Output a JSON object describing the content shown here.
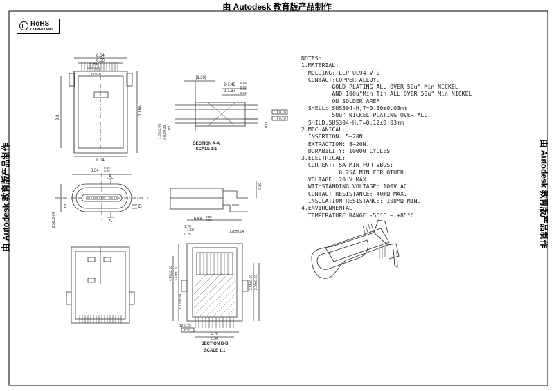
{
  "banner": {
    "top": "由 Autodesk 教育版产品制作",
    "left": "由 Autodesk 教育版产品制作",
    "right": "由 Autodesk 教育版产品制作"
  },
  "logo": {
    "rohs": "RoHS",
    "compliant": "COMPLIANT"
  },
  "top_view": {
    "dim_8_64": "8.64",
    "dim_6_50": "6.50",
    "dim_2_75": "2.75",
    "dim_0_50": "0.50",
    "dim_pitch": "PITCH",
    "dim_9_3": "9.3",
    "dim_10_66": "10.66",
    "dim_8_04": "8.04"
  },
  "section_a": {
    "dim_6_20": "[6.20]",
    "dim_tol1": "2-1.42",
    "dim_tol1_up": "0.05",
    "dim_tol1_dn": "0.10",
    "dim_tol2": "2-1.37",
    "dim_tol2_up": "0.05",
    "dim_tol2_dn": "0.10",
    "dim_1_30": "1.30±0.05",
    "dim_0_70": "0.70±0.05",
    "dim_0_60": "0.60",
    "dim_0_60b": "0.60",
    "flat1": "0.10",
    "flat2": "0.10",
    "title": "SECTION A-A",
    "scale": "SCALE 1:1"
  },
  "front_view": {
    "dim_8_34": "8.34",
    "dim_8_34_up": "0.05",
    "dim_8_34_dn": "0.05",
    "dim_2_56": "2.56±0.04",
    "label_a": "A",
    "label_a2": "A",
    "label_b": "B",
    "label_b2": "B"
  },
  "side_view": {
    "dim_0_80": "0.80"
  },
  "section_b": {
    "dim_6_68": "6.68",
    "dim_6_68_up": "0.05",
    "dim_6_68_dn": "0.05",
    "dim_0_28": "0.28±0.04",
    "dim_1_75": "1.75",
    "dim_0_25": "0.25",
    "dim_1_50": "1.50",
    "dim_4_45": "4.45±0.10",
    "dim_3_70": "3.70±0.10",
    "dim_1_75b": "1.75±0.10",
    "dim_3_45": "3.45±0.10",
    "dim_2_00": "2.00±0.10",
    "dim_12_025": "12-0.25",
    "dim_flat": "0.10",
    "dim_2_75": "2.75",
    "dim_3_30": "3.30",
    "title": "SECTION B-B",
    "scale": "SCALE 1:1"
  },
  "notes": {
    "lines": [
      "NOTES:",
      "1.MATERIAL:",
      "  MOLDING: LCP UL94 V-0",
      "  CONTACT:COPPER ALLOY.",
      "         GOLD PLATING ALL OVER 50u\" Min NICKEL",
      "         AND 100u\"Min Tin ALL OVER 50u\" Min NICKEL",
      "         ON SOLDER AREA",
      "  SHELL: SUS304-H,T=0.30±0.03mm",
      "         50u\" NICKEL PLATING OVER ALL.",
      "  SHILD:SUS304-H,T=0.12±0.03mm",
      "2.MECHANICAL:",
      "  INSERTION: 5~20N.",
      "  EXTRACTION: 8~20N.",
      "  DURABILITY: 10000 CYCLES",
      "3.ELECTRICAL:",
      "  CURRENT: 5A MIN FOR VBUS;",
      "           0.25A MIN FOR OTHER.",
      "  VOLTAGE: 20 V MAX",
      "  WITHSTANDING VOLTAGE: 100V AC.",
      "  CONTACT RESISTANCE: 40mΩ MAX.",
      "  INSULATION RESISTANCE: 100MΩ MIN.",
      "4.ENVIRONMENTAL",
      "  TEMPERATURE RANGE -55°C ~ +85°C"
    ]
  }
}
